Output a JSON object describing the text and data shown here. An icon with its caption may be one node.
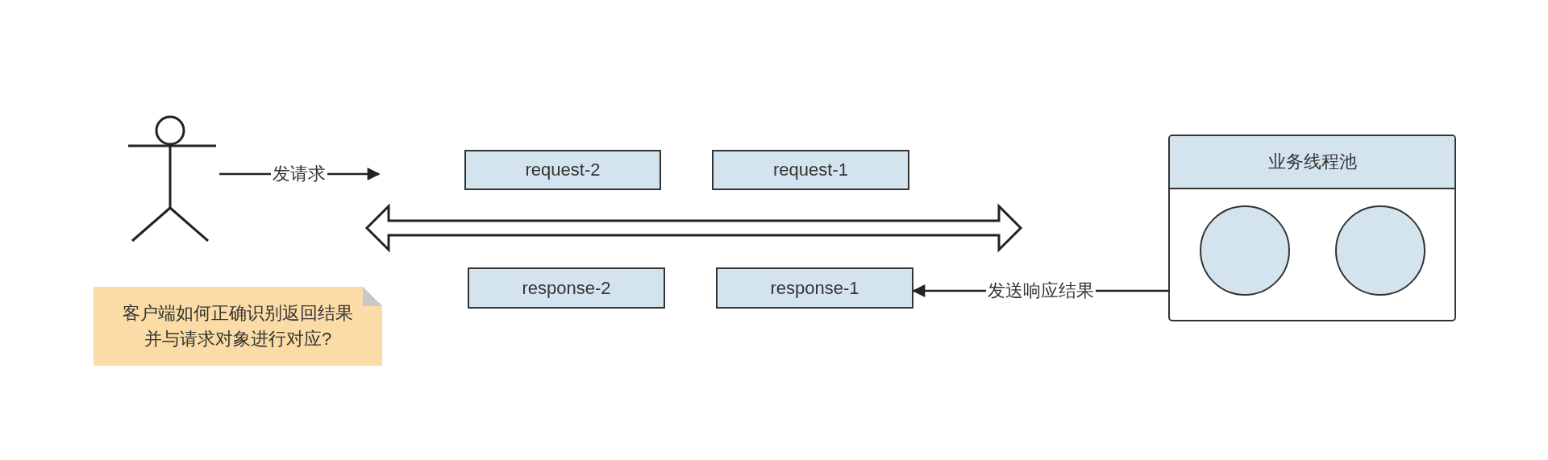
{
  "diagram": {
    "nodes": [
      {
        "text": [],
        "shape": "person"
      },
      {
        "text": [
          "request-2"
        ]
      },
      {
        "text": [
          "request-1"
        ]
      },
      {
        "text": [
          "response-2"
        ]
      },
      {
        "text": [
          "response-1"
        ]
      },
      {
        "text": [
          "客户端如何正确识别返回结果并与请求对象进行对应?"
        ]
      },
      {
        "text": [
          "业务线程池"
        ]
      },
      {
        "text": [],
        "shape": "circle",
        "in": 6
      },
      {
        "text": [],
        "shape": "circle",
        "in": 6
      }
    ],
    "edges": [
      {
        "from": 0,
        "to": null,
        "arrow": "to",
        "label": "发请求"
      },
      {
        "from": 0,
        "to": 6,
        "arrow": "both",
        "style": "thick"
      },
      {
        "from": 6,
        "to": 4,
        "arrow": "to",
        "label": "发送响应结果"
      }
    ]
  }
}
